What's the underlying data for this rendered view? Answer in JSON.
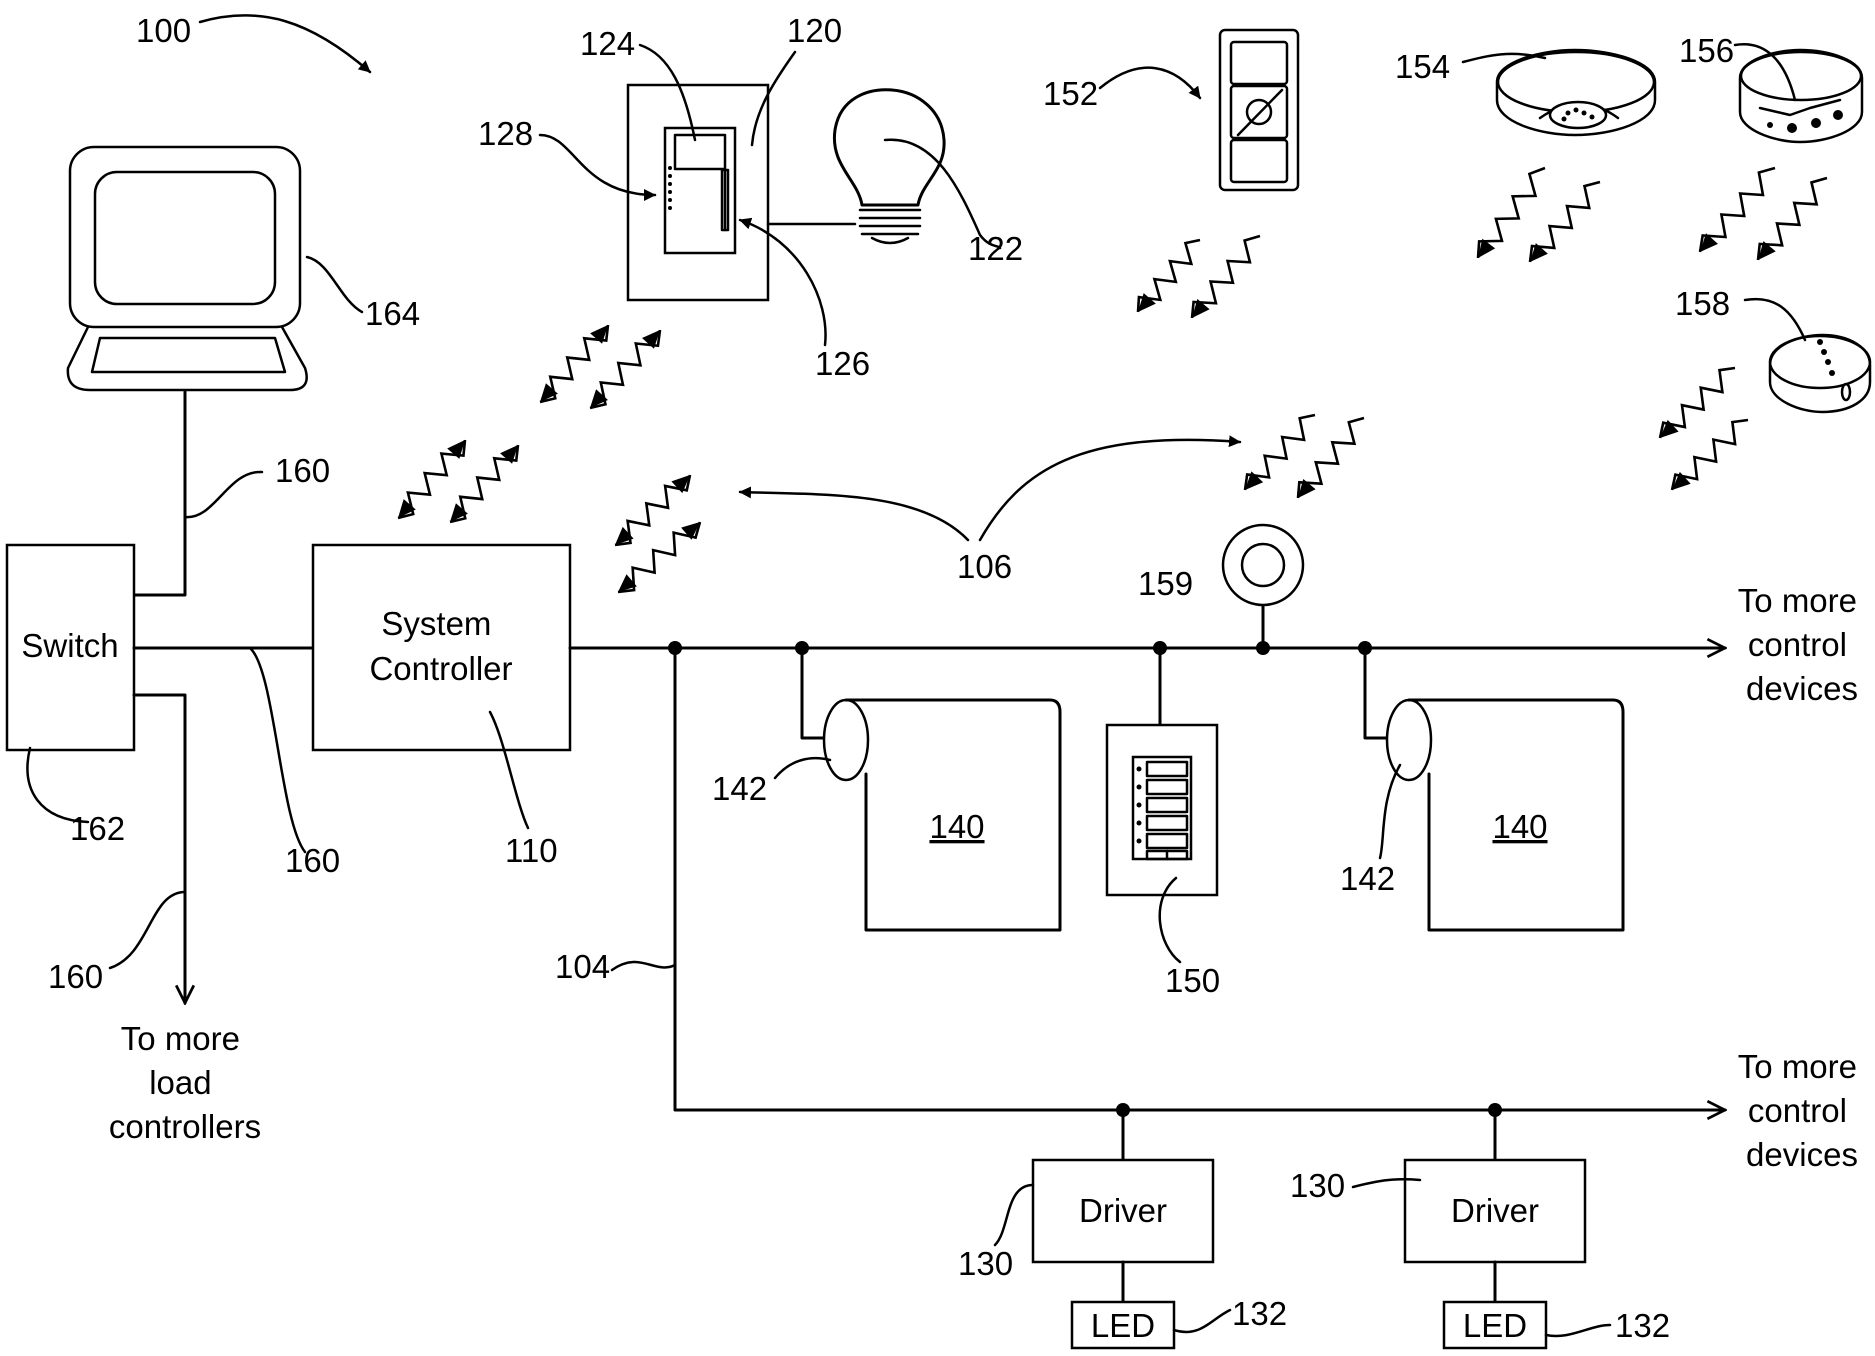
{
  "labels": {
    "switch": "Switch",
    "system_controller": [
      "System",
      "Controller"
    ],
    "driver_left": "Driver",
    "driver_right": "Driver",
    "led_left": "LED",
    "led_right": "LED",
    "shade_left": "140",
    "shade_right": "140",
    "more_load_controllers": [
      "To more",
      "load",
      "controllers"
    ],
    "more_control_devices_top": [
      "To more",
      "control",
      "devices"
    ],
    "more_control_devices_bottom": [
      "To more",
      "control",
      "devices"
    ]
  },
  "refs": {
    "r100": "100",
    "r104": "104",
    "r106": "106",
    "r110": "110",
    "r120": "120",
    "r122": "122",
    "r124": "124",
    "r126": "126",
    "r128": "128",
    "r130_left": "130",
    "r130_right": "130",
    "r132_left": "132",
    "r132_right": "132",
    "r142_left": "142",
    "r142_right": "142",
    "r150": "150",
    "r152": "152",
    "r154": "154",
    "r156": "156",
    "r158": "158",
    "r159": "159",
    "r160_top": "160",
    "r160_mid": "160",
    "r160_bottom": "160",
    "r162": "162",
    "r164": "164"
  },
  "icons": {
    "computer": "computer-monitor-icon",
    "dimmer": "wall-dimmer-icon",
    "bulb": "light-bulb-icon",
    "remote": "handheld-remote-icon",
    "occupancy_sensor": "occupancy-sensor-icon",
    "daylight_sensor": "daylight-sensor-icon",
    "temperature_sensor": "temperature-sensor-icon",
    "keypad": "wall-keypad-icon",
    "antenna": "wireless-antenna-icon",
    "wireless": "wireless-signal-icon"
  }
}
